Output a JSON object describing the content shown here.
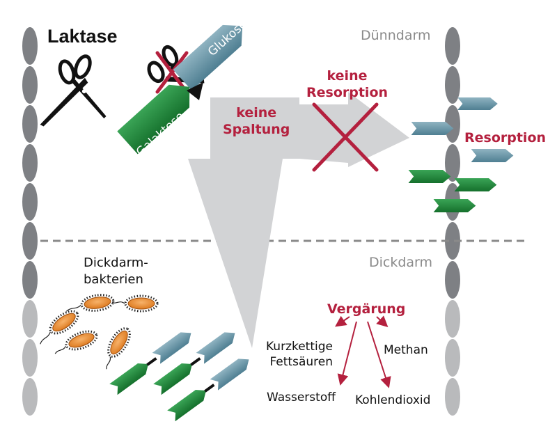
{
  "title": "Laktase",
  "regions": {
    "small_intestine": "Dünndarm",
    "large_intestine": "Dickdarm"
  },
  "molecules": {
    "glucose": "Glukose",
    "galactose": "Galaktose"
  },
  "no_split": [
    "keine",
    "Spaltung"
  ],
  "no_resorption": [
    "keine",
    "Resorption"
  ],
  "resorption": "Resorption",
  "bacteria": [
    "Dickdarm-",
    "bakterien"
  ],
  "fermentation": "Vergärung",
  "products": {
    "scfa": [
      "Kurzkettige",
      "Fettsäuren"
    ],
    "methane": "Methan",
    "hydrogen": "Wasserstoff",
    "co2": "Kohlendioxid"
  },
  "colors": {
    "accent_red": "#b4203e",
    "glucose": "#6b97a8",
    "galactose": "#1f8a3b",
    "arrow_gray": "#d2d3d5",
    "wall_dark": "#7e8084",
    "wall_light": "#b9babc"
  }
}
